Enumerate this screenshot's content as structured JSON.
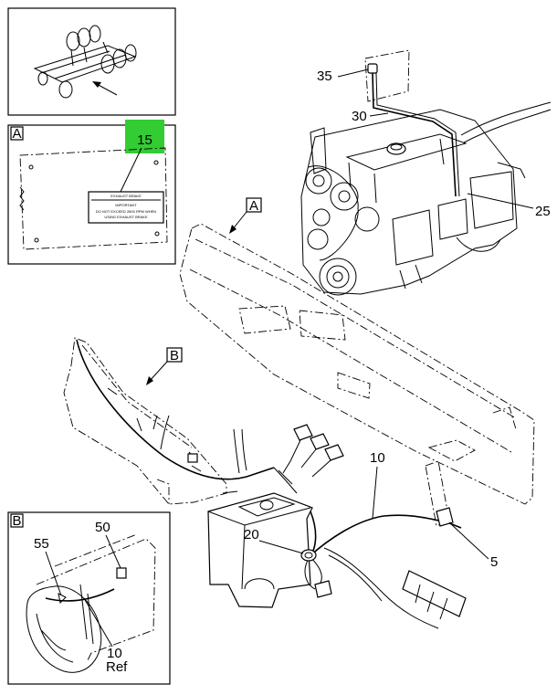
{
  "callouts": {
    "c35": "35",
    "c30": "30",
    "c25": "25",
    "c15": "15",
    "c10": "10",
    "c5": "5",
    "c20": "20",
    "c50": "50",
    "c55": "55",
    "c10ref_num": "10",
    "c10ref_sub": "Ref"
  },
  "view_labels": {
    "a_inset": "A",
    "a_pointer": "A",
    "b_pointer": "B",
    "b_inset": "B"
  },
  "decal": {
    "line1": "EXHAUST BRAKE",
    "line2": "IMPORTANT",
    "line3": "DO NOT EXCEED 2600 RPM WHEN",
    "line4": "USING EXHAUST BRAKE"
  },
  "colors": {
    "highlight": "#33cc33",
    "line": "#000000",
    "background": "#ffffff"
  }
}
